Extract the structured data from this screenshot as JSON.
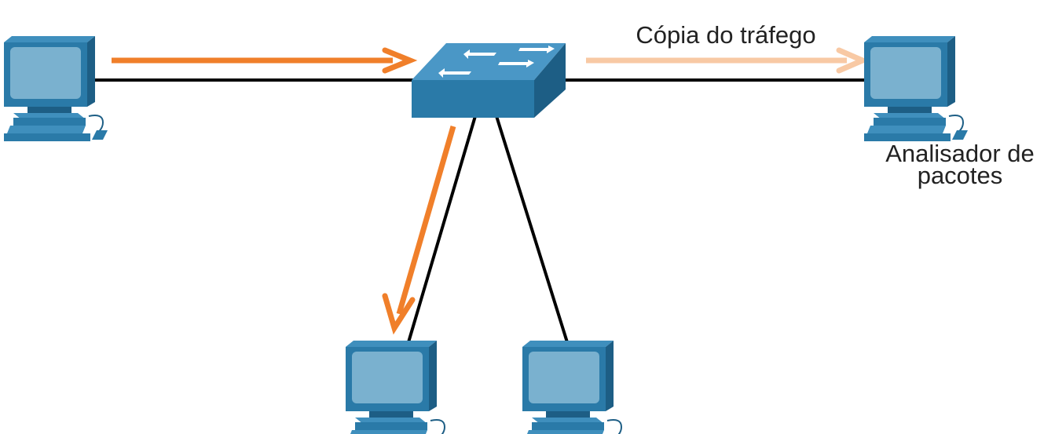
{
  "labels": {
    "traffic_copy": "Cópia do tráfego",
    "analyzer_line1": "Analisador de",
    "analyzer_line2": "pacotes"
  },
  "colors": {
    "device_blue": "#2a7aa8",
    "device_dark": "#1d5e85",
    "screen": "#7ab1cf",
    "link": "#000000",
    "traffic_arrow": "#f07f2a",
    "copy_arrow": "#f8c9a4",
    "text": "#222222"
  },
  "icons": {
    "pc": "desktop-computer-icon",
    "switch": "network-switch-icon"
  }
}
